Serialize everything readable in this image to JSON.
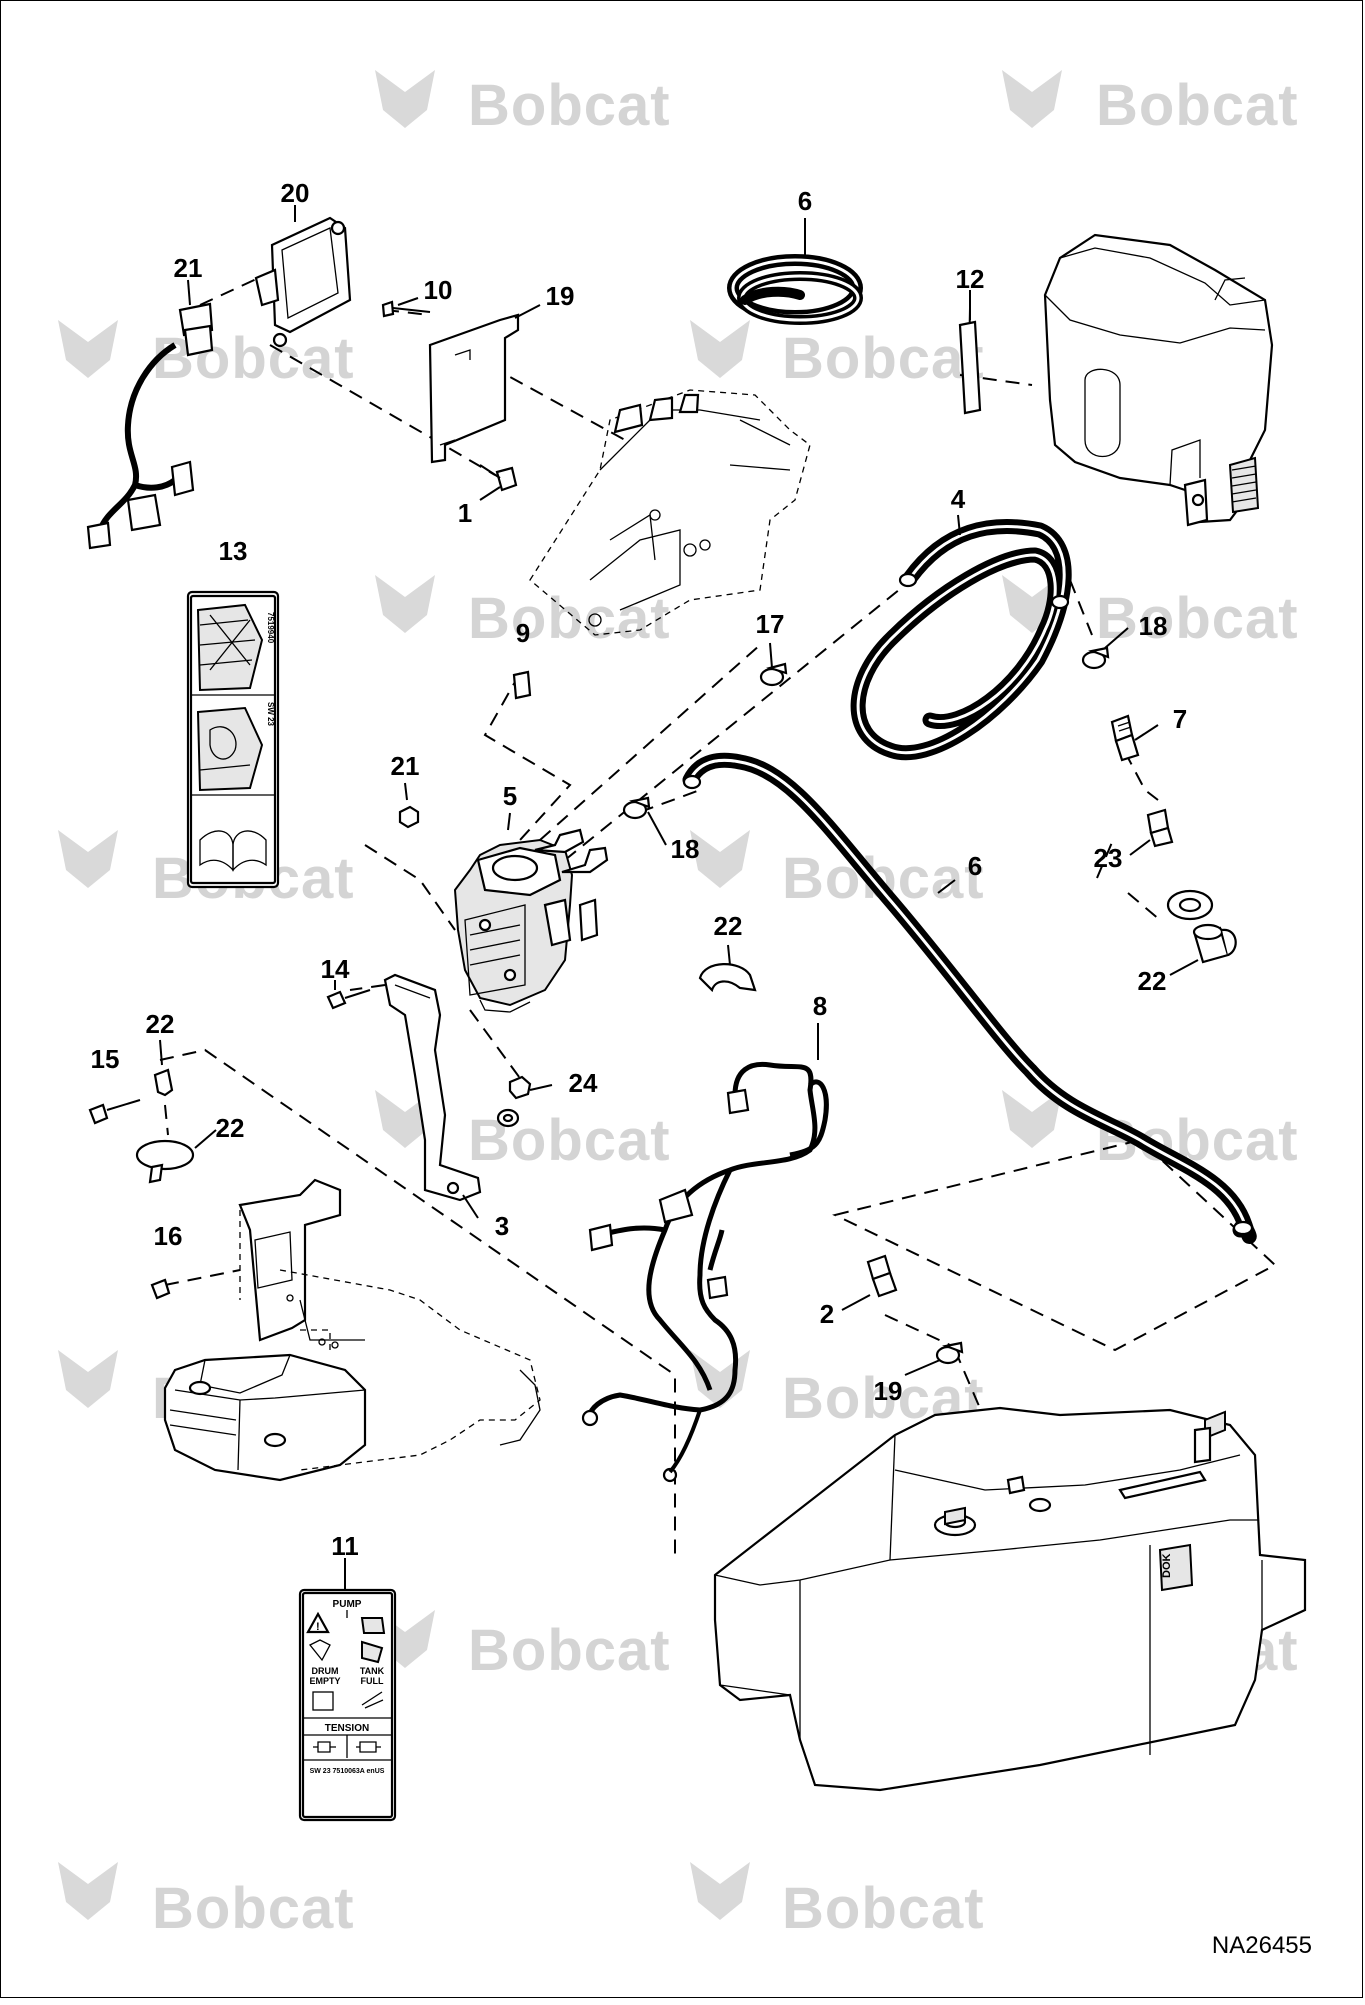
{
  "watermark": {
    "brand": "Bobcat"
  },
  "drawing_number": "NA26455",
  "callouts": [
    "1",
    "2",
    "3",
    "4",
    "5",
    "6",
    "6",
    "7",
    "8",
    "9",
    "10",
    "11",
    "12",
    "13",
    "14",
    "15",
    "16",
    "17",
    "18",
    "18",
    "19",
    "19",
    "20",
    "21",
    "21",
    "22",
    "22",
    "22",
    "22",
    "23",
    "24"
  ],
  "decal_18": {
    "pump": "PUMP",
    "drum_empty_1": "DRUM",
    "drum_empty_2": "EMPTY",
    "tank_full_1": "TANK",
    "tank_full_2": "FULL",
    "tension": "TENSION",
    "part_code": "SW 23   7510063A enUS"
  },
  "decal_19": {
    "side_code_1": "7519940",
    "side_code_2": "SW 23"
  },
  "tank_mark": "DOK"
}
